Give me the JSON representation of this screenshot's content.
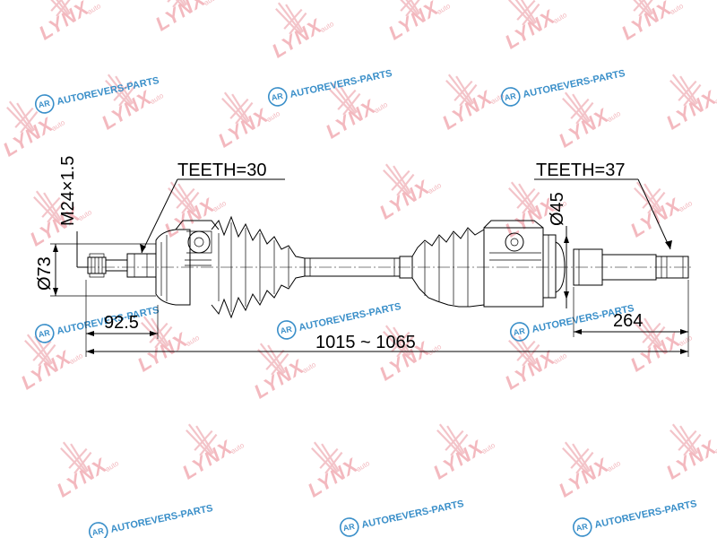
{
  "watermarks": {
    "brand": "LYNX",
    "brand_sub": "auto",
    "reseller": "AUTOREVERS-PARTS",
    "reseller_badge": "AR",
    "brand_color": "#f3b9bf",
    "reseller_color": "#3a8fc9"
  },
  "diagram": {
    "left_teeth": "TEETH=30",
    "right_teeth": "TEETH=37",
    "thread_label": "M24×1.5",
    "left_diameter": "Ø73",
    "right_diameter": "Ø45",
    "left_length": "92.5",
    "right_length": "264",
    "total_length": "1015 ~ 1065",
    "line_color": "#000000"
  }
}
